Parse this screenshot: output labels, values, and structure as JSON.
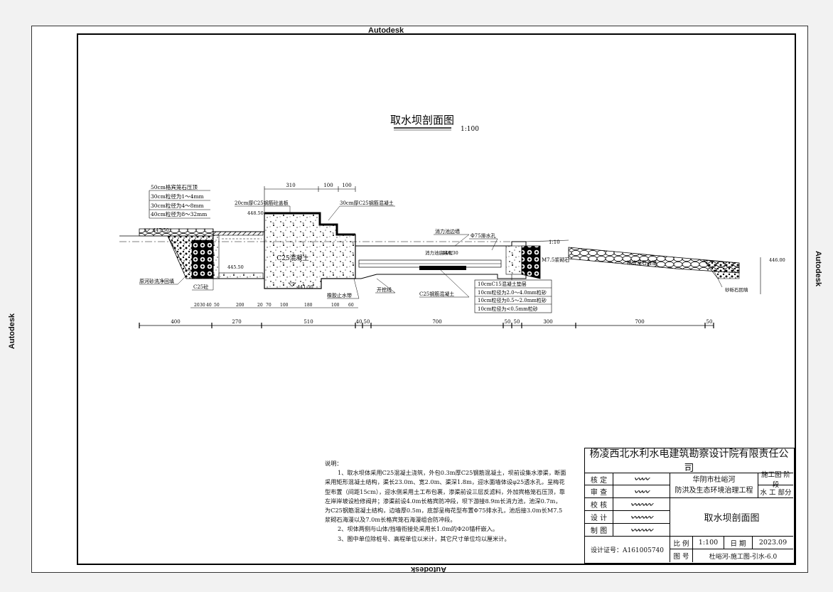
{
  "watermarks": {
    "top": "Autodesk",
    "bottom": "Autodesk",
    "left": "Autodesk",
    "right": "Autodesk"
  },
  "drawing": {
    "title": "取水坝剖面图",
    "scale": "1:100",
    "top_dims": [
      "310",
      "100",
      "100"
    ],
    "elev_labels": [
      "448.50",
      "447.50",
      "445.50",
      "441.50",
      "446.00",
      "446.30"
    ],
    "slope_label": "1:10",
    "stack_labels": [
      "50cm格宾笼石压顶",
      "30cm粒径为1～4mm",
      "30cm粒径为4～8mm",
      "40cm粒径为8～32mm"
    ],
    "callouts": {
      "cover_plate": "20cm厚C25钢筋砼盖板",
      "rc_30": "30cm厚C25钢筋混凝土",
      "stilling_wall": "消力池边墙",
      "drain_hole": "Φ75排水孔",
      "stilling_bottom": "消力池底高程",
      "backfill": "原河砂洗净回填",
      "c25": "C25砼",
      "c25_concrete": "C25混凝土",
      "waterstop": "橡胶止水带",
      "excavation": "开挖线",
      "rc_c25": "C25钢筋混凝土",
      "riprap": "M7.5浆砌石",
      "gabion": "格宾笼石海漫",
      "gravel_backfill": "砂砾石回填"
    },
    "layers": [
      "10cmC15混凝土垫层",
      "10cm粒径为2.0～4.0mm粒砂",
      "10cm粒径为0.5～2.0mm粒砂",
      "10cm粒径为<0.5mm粒砂"
    ],
    "bottom_dims_small": [
      "20",
      "30",
      "40",
      "50",
      "200",
      "20",
      "70",
      "100",
      "180",
      "100",
      "60"
    ],
    "bottom_dims": [
      "400",
      "270",
      "510",
      "40",
      "50",
      "700",
      "50",
      "50",
      "300",
      "700",
      "50"
    ]
  },
  "notes": {
    "heading": "说明：",
    "items": [
      "1、取水坝体采用C25混凝土浇筑，外包0.3m厚C25钢筋混凝土，坝前设集水渗渠，断面采用矩形混凝土结构，渠长23.0m、宽2.0m、渠深1.8m，迎水面墙体设φ25透水孔，呈梅花型布置（间距15cm），迎水侧采用土工布包裹，渗渠前设三层反滤料，外加宾格笼石压顶，靠左岸岸坡设检修阀井；渗渠前设4.0m长格宾防冲段，坝下游接8.9m长消力池，池深0.7m，为C25钢筋混凝土结构，边墙厚0.5m，底部呈梅花型布置Φ75排水孔，池后接3.0m长M7.5浆砌石海漫以及7.0m长格宾笼石海漫组合防冲段。",
      "2、坝体两侧与山体/挡墙衔接处采用长1.0m的Φ20锚杆嵌入。",
      "3、图中单位除桩号、高程单位以米计，其它尺寸单位均以厘米计。"
    ]
  },
  "title_block": {
    "company": "杨凌西北水利水电建筑勘察设计院有限责任公司",
    "roles": [
      "核 定",
      "审 查",
      "校 核",
      "设 计",
      "制 图"
    ],
    "project_line1": "华阴市杜峪河",
    "project_line2": "防洪及生态环境治理工程",
    "stage": "施工图 阶段",
    "part": "水 工 部分",
    "drawing_title": "取水坝剖面图",
    "cert": "设计证号：A161005740",
    "scale_label": "比 例",
    "scale_value": "1:100",
    "date_label": "日 期",
    "date_value": "2023.09",
    "number_label": "图 号",
    "number_value": "杜峪河-施工图-引水-6.0"
  }
}
